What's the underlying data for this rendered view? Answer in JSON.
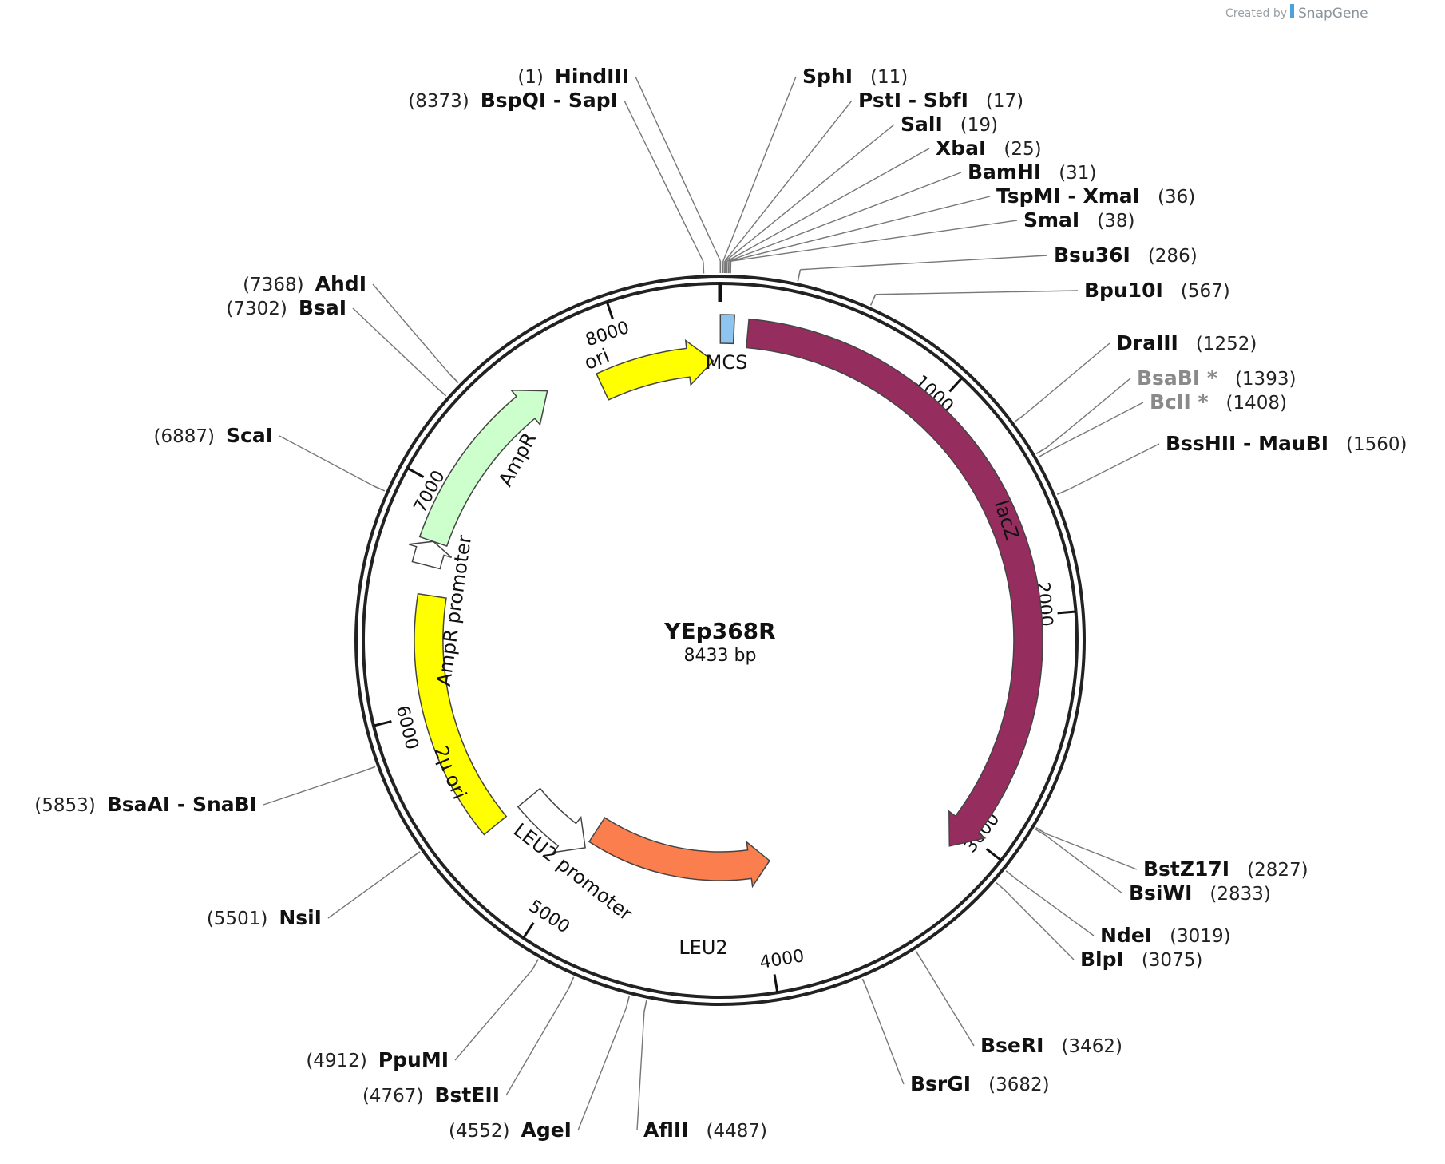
{
  "plasmid": {
    "name": "YEp368R",
    "size_label": "8433 bp",
    "length": 8433
  },
  "credit": {
    "prefix": "Created by",
    "brand": "SnapGene"
  },
  "ticks": [
    {
      "pos": 1000,
      "label": "1000"
    },
    {
      "pos": 2000,
      "label": "2000"
    },
    {
      "pos": 3000,
      "label": "3000"
    },
    {
      "pos": 4000,
      "label": "4000"
    },
    {
      "pos": 5000,
      "label": "5000"
    },
    {
      "pos": 6000,
      "label": "6000"
    },
    {
      "pos": 7000,
      "label": "7000"
    },
    {
      "pos": 8000,
      "label": "8000"
    }
  ],
  "features": [
    {
      "name": "MCS",
      "start": 1,
      "end": 60,
      "strand": 0,
      "color": "#8ec5f0"
    },
    {
      "name": "lacZ",
      "start": 120,
      "end": 3090,
      "strand": 1,
      "color": "#962d5f"
    },
    {
      "name": "LEU2",
      "start": 3920,
      "end": 4990,
      "strand": -1,
      "color": "#fb7e4e"
    },
    {
      "name": "LEU2 promoter",
      "start": 4990,
      "end": 5400,
      "strand": -1,
      "color": "#ffffff"
    },
    {
      "name": "2μ ori",
      "start": 5400,
      "end": 6530,
      "strand": 0,
      "color": "#ffff00"
    },
    {
      "name": "AmpR promoter",
      "start": 6660,
      "end": 6770,
      "strand": 1,
      "color": "#ffffff"
    },
    {
      "name": "AmpR",
      "start": 6770,
      "end": 7620,
      "strand": 1,
      "color": "#ccffcc"
    },
    {
      "name": "ori",
      "start": 7850,
      "end": 8400,
      "strand": 1,
      "color": "#ffff00"
    }
  ],
  "sites": [
    {
      "name": "HindIII",
      "pos": 1,
      "pos_label": "(1)"
    },
    {
      "name": "BspQI - SapI",
      "pos": 8373,
      "pos_label": "(8373)"
    },
    {
      "name": "SphI",
      "pos": 11,
      "pos_label": "(11)"
    },
    {
      "name": "PstI - SbfI",
      "pos": 17,
      "pos_label": "(17)"
    },
    {
      "name": "SalI",
      "pos": 19,
      "pos_label": "(19)"
    },
    {
      "name": "XbaI",
      "pos": 25,
      "pos_label": "(25)"
    },
    {
      "name": "BamHI",
      "pos": 31,
      "pos_label": "(31)"
    },
    {
      "name": "TspMI - XmaI",
      "pos": 36,
      "pos_label": "(36)"
    },
    {
      "name": "SmaI",
      "pos": 38,
      "pos_label": "(38)"
    },
    {
      "name": "Bsu36I",
      "pos": 286,
      "pos_label": "(286)"
    },
    {
      "name": "Bpu10I",
      "pos": 567,
      "pos_label": "(567)"
    },
    {
      "name": "DraIII",
      "pos": 1252,
      "pos_label": "(1252)"
    },
    {
      "name": "BsaBI *",
      "pos": 1393,
      "pos_label": "(1393)",
      "grey": true
    },
    {
      "name": "BclI *",
      "pos": 1408,
      "pos_label": "(1408)",
      "grey": true
    },
    {
      "name": "BssHII - MauBI",
      "pos": 1560,
      "pos_label": "(1560)"
    },
    {
      "name": "BstZ17I",
      "pos": 2827,
      "pos_label": "(2827)"
    },
    {
      "name": "BsiWI",
      "pos": 2833,
      "pos_label": "(2833)"
    },
    {
      "name": "NdeI",
      "pos": 3019,
      "pos_label": "(3019)"
    },
    {
      "name": "BlpI",
      "pos": 3075,
      "pos_label": "(3075)"
    },
    {
      "name": "BseRI",
      "pos": 3462,
      "pos_label": "(3462)"
    },
    {
      "name": "BsrGI",
      "pos": 3682,
      "pos_label": "(3682)"
    },
    {
      "name": "AflII",
      "pos": 4487,
      "pos_label": "(4487)"
    },
    {
      "name": "AgeI",
      "pos": 4552,
      "pos_label": "(4552)"
    },
    {
      "name": "BstEII",
      "pos": 4767,
      "pos_label": "(4767)"
    },
    {
      "name": "PpuMI",
      "pos": 4912,
      "pos_label": "(4912)"
    },
    {
      "name": "NsiI",
      "pos": 5501,
      "pos_label": "(5501)"
    },
    {
      "name": "BsaAI - SnaBI",
      "pos": 5853,
      "pos_label": "(5853)"
    },
    {
      "name": "ScaI",
      "pos": 6887,
      "pos_label": "(6887)"
    },
    {
      "name": "BsaI",
      "pos": 7302,
      "pos_label": "(7302)"
    },
    {
      "name": "AhdI",
      "pos": 7368,
      "pos_label": "(7368)"
    }
  ]
}
